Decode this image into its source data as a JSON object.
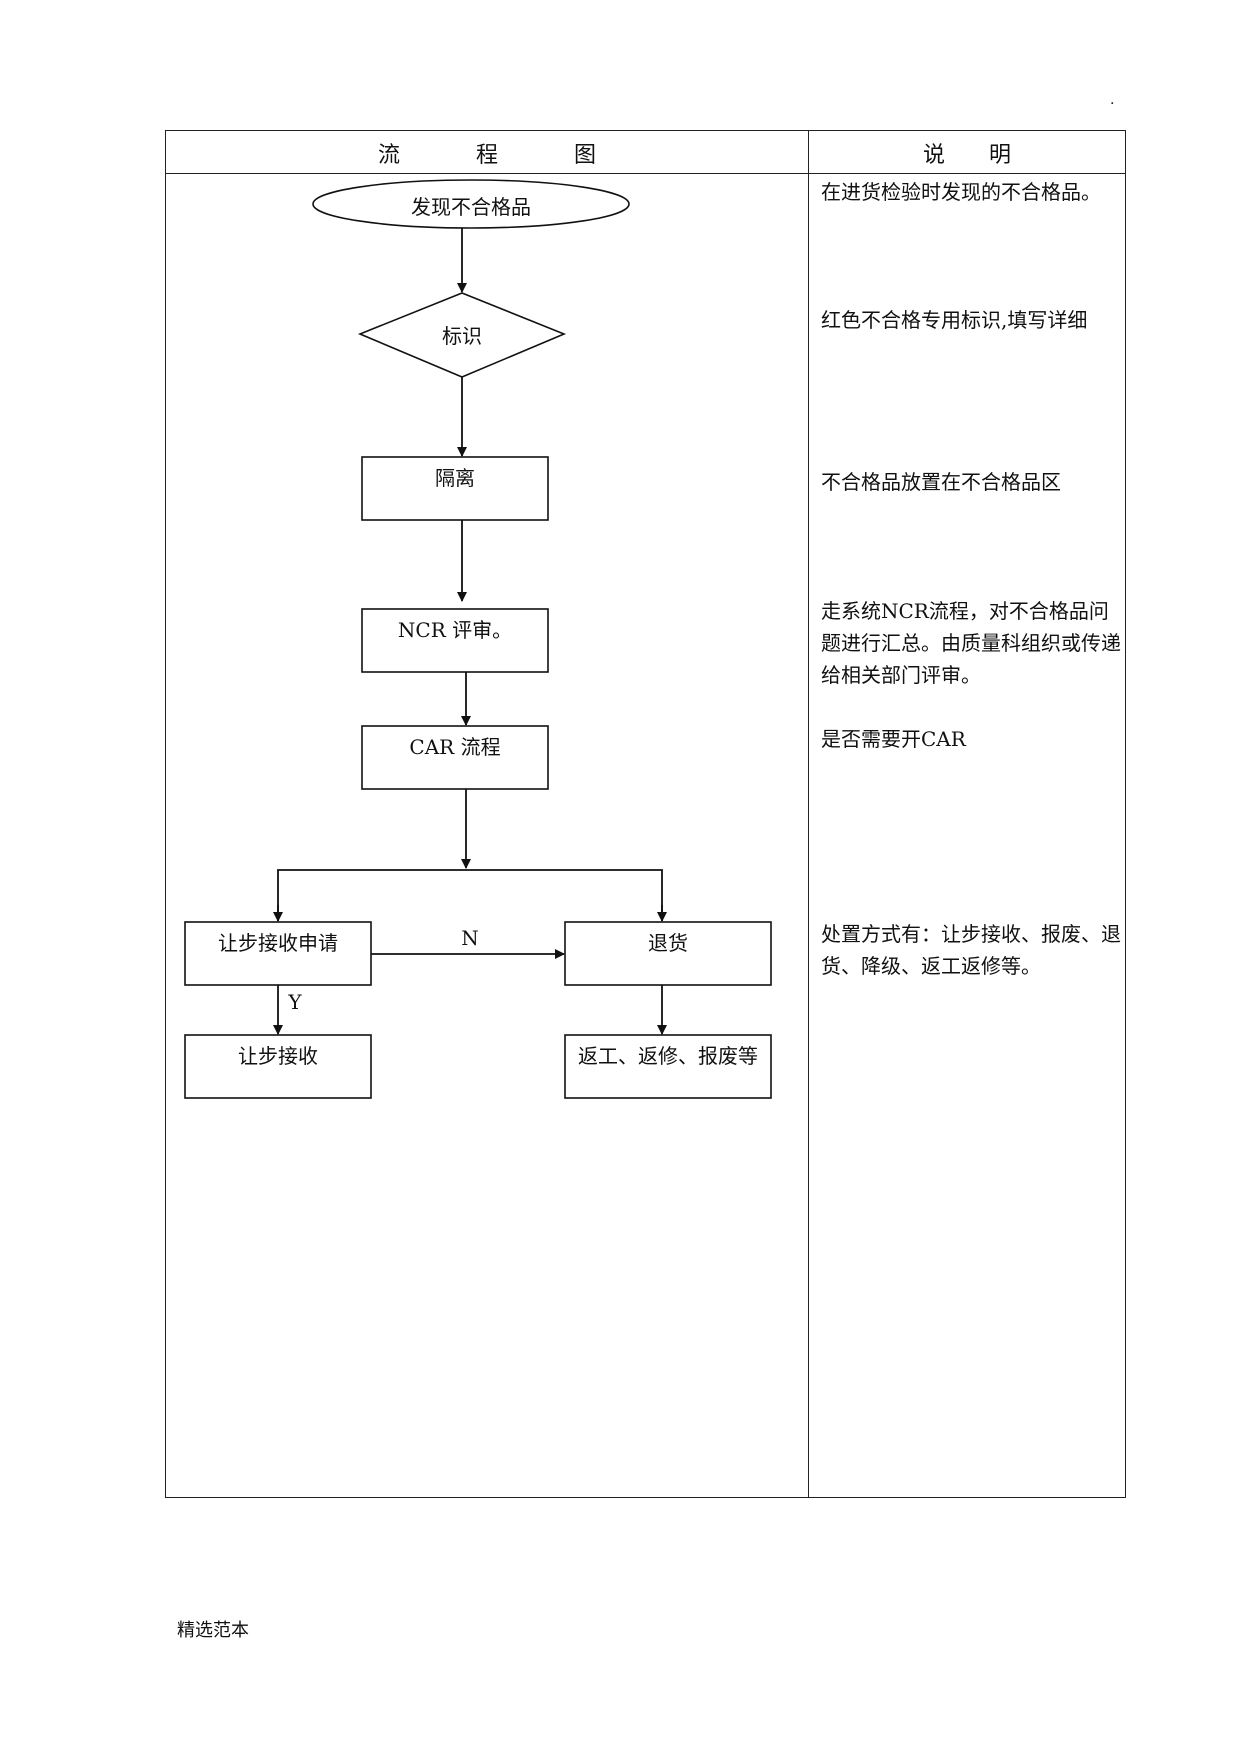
{
  "page": {
    "corner_mark": ".",
    "footer": "精选范本"
  },
  "table": {
    "headers": {
      "flowchart": [
        "流",
        "程",
        "图"
      ],
      "description": [
        "说",
        "明"
      ]
    },
    "descriptions": [
      "在进货检验时发现的不合格品。",
      "红色不合格专用标识,填写详细",
      "不合格品放置在不合格品区",
      "走系统NCR流程，对不合格品问题进行汇总。由质量科组织或传递给相关部门评审。",
      "是否需要开CAR",
      "处置方式有：让步接收、报废、退货、降级、返工返修等。"
    ]
  },
  "flowchart": {
    "nodes": {
      "discover": "发现不合格品",
      "identify": "标识",
      "isolate": "隔离",
      "ncr_review": "NCR 评审。",
      "car_process": "CAR 流程",
      "concession_request": "让步接收申请",
      "return_goods": "退货",
      "concession_accept": "让步接收",
      "rework": "返工、返修、报废等"
    },
    "edge_labels": {
      "no": "N",
      "yes": "Y"
    }
  }
}
